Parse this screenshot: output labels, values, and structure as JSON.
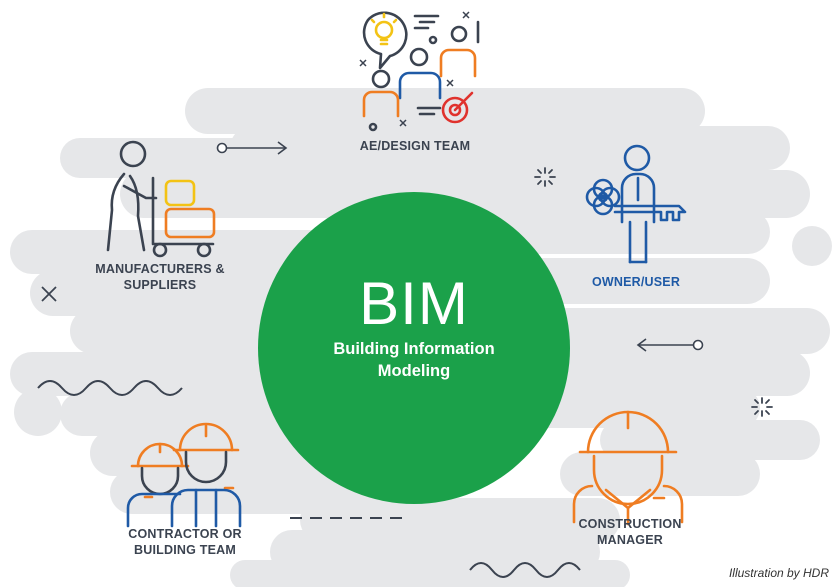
{
  "center": {
    "title": "BIM",
    "subtitle": "Building Information Modeling"
  },
  "stakeholders": [
    {
      "label": "AE/DESIGN TEAM",
      "icon": "design-team-icon"
    },
    {
      "label": "OWNER/USER",
      "icon": "owner-key-icon"
    },
    {
      "label": "CONSTRUCTION MANAGER",
      "icon": "construction-manager-icon"
    },
    {
      "label": "CONTRACTOR OR BUILDING TEAM",
      "icon": "contractor-workers-icon"
    },
    {
      "label": "MANUFACTURERS & SUPPLIERS",
      "icon": "hand-truck-boxes-icon"
    }
  ],
  "credit": "Illustration by HDR",
  "colors": {
    "circle": "#1ba14a",
    "cloud": "#e6e7e9",
    "accent_orange": "#ef7d22",
    "owner_blue": "#1f5aa6",
    "label_dark": "#3b4350"
  }
}
